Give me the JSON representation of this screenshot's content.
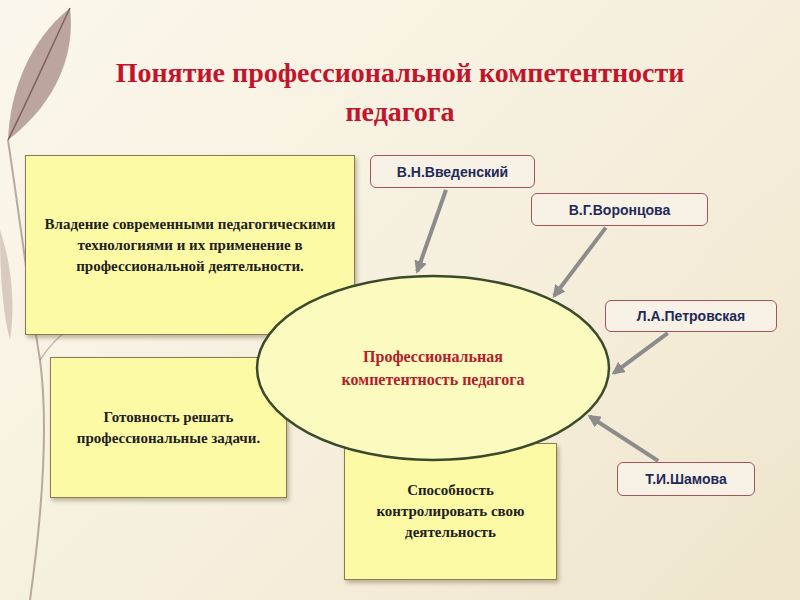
{
  "diagram": {
    "title": "Понятие профессиональной компетентности педагога",
    "nodes": [
      {
        "text": [
          "Владение современными педагогическими технологиями и их применение в профессиональной деятельности."
        ]
      },
      {
        "text": [
          "В.Н.Введенский"
        ]
      },
      {
        "text": [
          "В.Г.Воронцова"
        ]
      },
      {
        "text": [
          "Профессиональная компетентность педагога"
        ]
      },
      {
        "text": [
          "Л.А.Петровская"
        ]
      },
      {
        "text": [
          "Готовность решать профессиональные задачи."
        ]
      },
      {
        "text": [
          "Способность контролировать свою деятельность"
        ]
      },
      {
        "text": [
          "Т.И.Шамова"
        ]
      }
    ],
    "edges": [
      {
        "from": 1,
        "to": 3,
        "arrow": "to"
      },
      {
        "from": 2,
        "to": 3,
        "arrow": "to"
      },
      {
        "from": 4,
        "to": 3,
        "arrow": "to"
      },
      {
        "from": 7,
        "to": 3,
        "arrow": "to"
      }
    ]
  }
}
